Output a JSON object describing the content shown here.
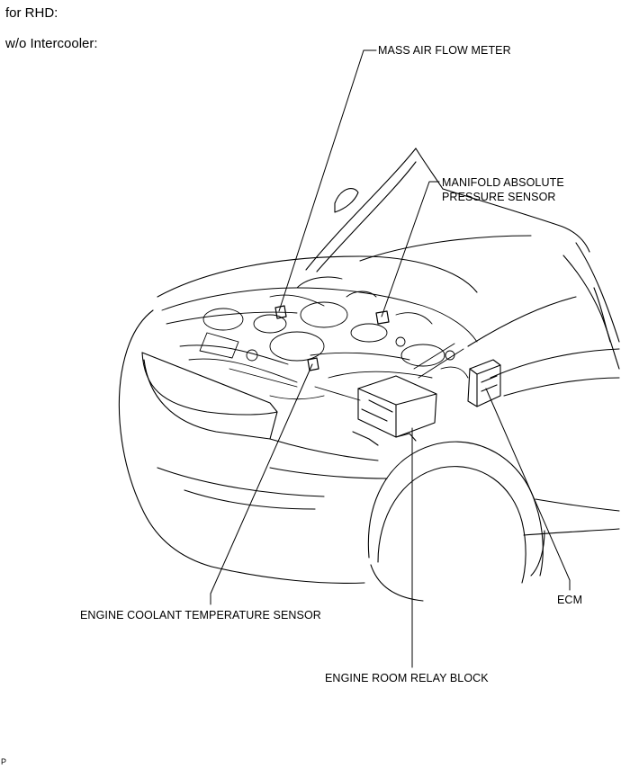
{
  "header": {
    "variant": "for RHD:",
    "sub_variant": "w/o Intercooler:"
  },
  "callouts": {
    "maf": "MASS AIR FLOW METER",
    "map_line1": "MANIFOLD ABSOLUTE",
    "map_line2": "PRESSURE SENSOR",
    "ecm": "ECM",
    "ect": "ENGINE COOLANT TEMPERATURE SENSOR",
    "relay": "ENGINE ROOM RELAY BLOCK"
  },
  "figure_code": "P"
}
